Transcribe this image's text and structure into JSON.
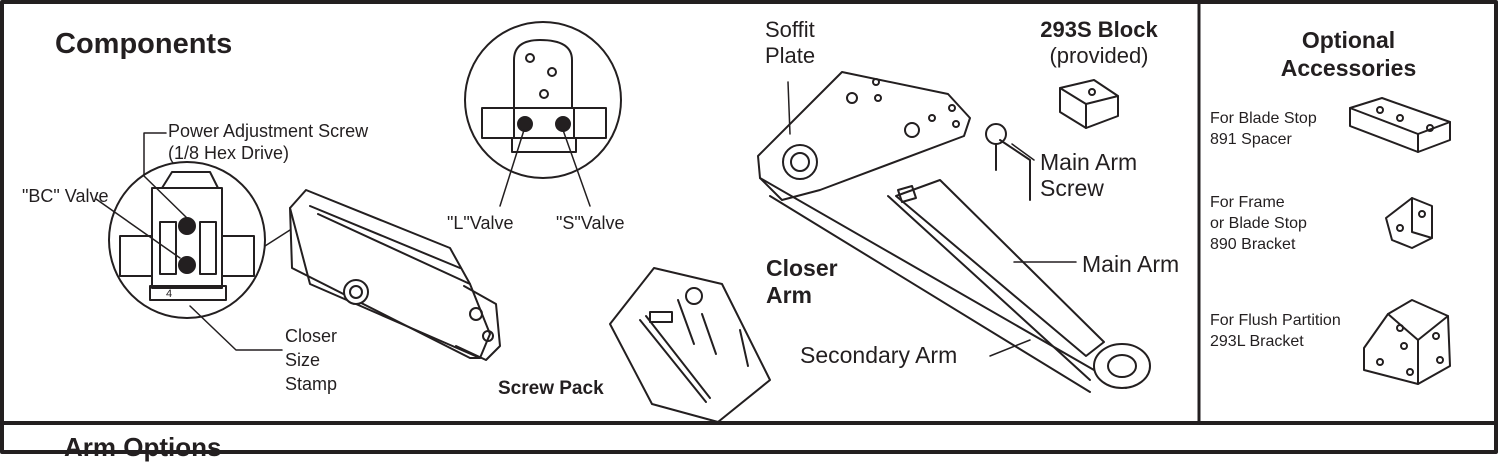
{
  "components": {
    "title": "Components",
    "power_adjustment_screw": "Power Adjustment Screw",
    "hex_drive": "(1/8 Hex Drive)",
    "bc_valve": "\"BC\" Valve",
    "l_valve": "\"L\"Valve",
    "s_valve": "\"S\"Valve",
    "size_stamp_digit": "4",
    "closer": "Closer",
    "size": "Size",
    "stamp": "Stamp",
    "screw_pack": "Screw Pack"
  },
  "closer_arm": {
    "soffit": "Soffit",
    "plate": "Plate",
    "block_title": "293S Block",
    "block_sub": "(provided)",
    "main_arm_screw_1": "Main Arm",
    "main_arm_screw_2": "Screw",
    "title_1": "Closer",
    "title_2": "Arm",
    "main_arm": "Main Arm",
    "secondary_arm": "Secondary Arm"
  },
  "accessories": {
    "title_1": "Optional",
    "title_2": "Accessories",
    "items": [
      {
        "line1": "For Blade Stop",
        "line2": "891 Spacer",
        "line3": ""
      },
      {
        "line1": "For Frame",
        "line2": "or Blade Stop",
        "line3": "890 Bracket"
      },
      {
        "line1": "For Flush Partition",
        "line2": "293L Bracket",
        "line3": ""
      }
    ]
  },
  "arm_options": {
    "title": "Arm Options"
  },
  "colors": {
    "ink": "#231f20",
    "background": "#ffffff",
    "fill_light": "#f2f2f2"
  }
}
